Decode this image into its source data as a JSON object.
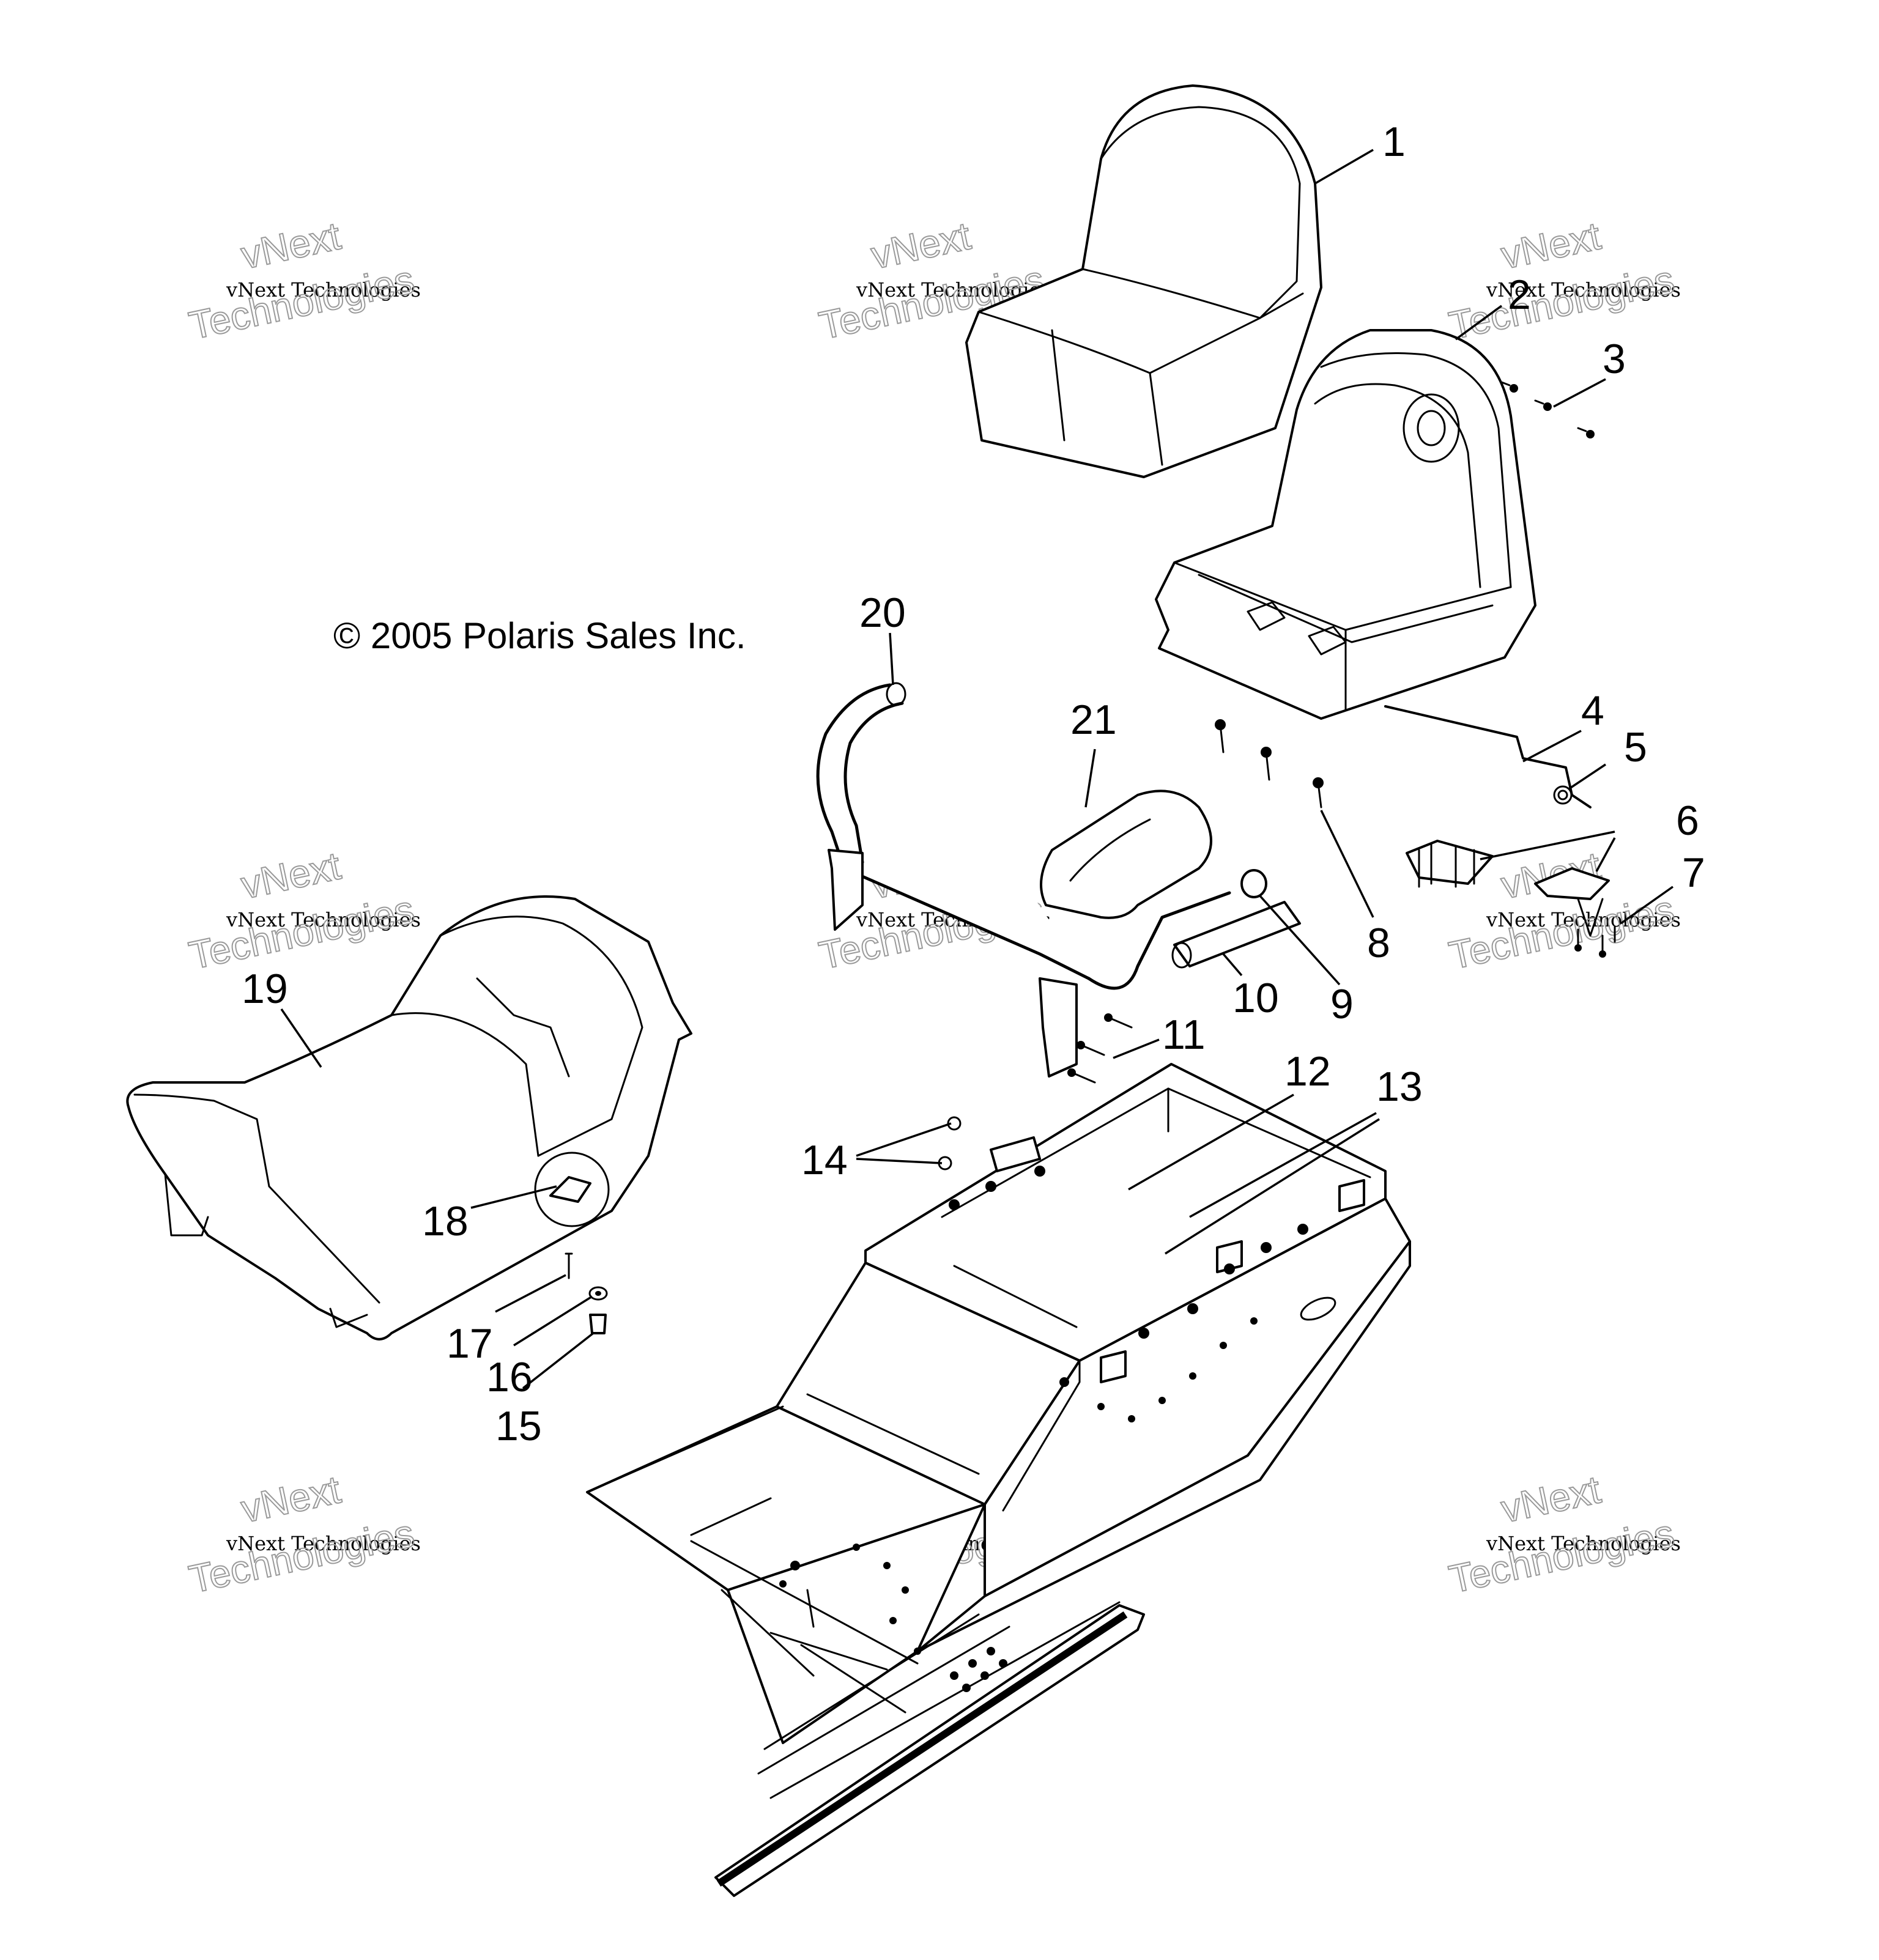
{
  "copyright": "© 2005 Polaris Sales Inc.",
  "watermark": {
    "line1": "vNext Technologies",
    "line2": "vNext",
    "line3": "Technologies"
  },
  "callouts": [
    "1",
    "2",
    "3",
    "4",
    "5",
    "6",
    "7",
    "8",
    "9",
    "10",
    "11",
    "12",
    "13",
    "14",
    "15",
    "16",
    "17",
    "18",
    "19",
    "20",
    "21"
  ],
  "colors": {
    "ink": "#000000",
    "paper": "#ffffff",
    "watermark": "#9a9a9a"
  }
}
